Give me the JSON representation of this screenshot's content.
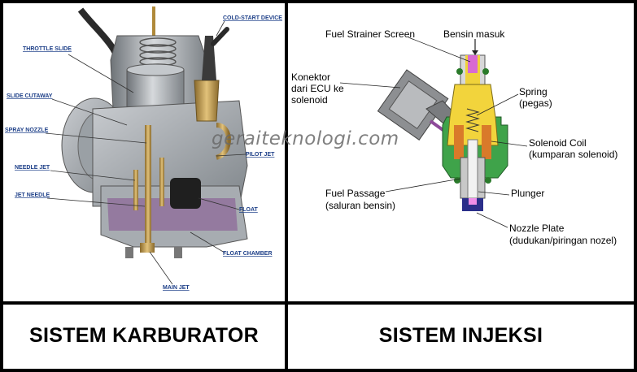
{
  "left": {
    "caption": "SISTEM KARBURATOR",
    "labels": {
      "cold_start": "COLD-START DEVICE",
      "throttle_slide": "THROTTLE SLIDE",
      "slide_cutaway": "SLIDE CUTAWAY",
      "spray_nozzle": "SPRAY NOZZLE",
      "pilot_jet": "PILOT JET",
      "needle_jet": "NEEDLE JET",
      "jet_needle": "JET NEEDLE",
      "float": "FLOAT",
      "float_chamber": "FLOAT CHAMBER",
      "main_jet": "MAIN JET"
    }
  },
  "right": {
    "caption": "SISTEM INJEKSI",
    "labels": {
      "fuel_strainer": "Fuel Strainer Screen",
      "bensin_masuk": "Bensin masuk",
      "konektor_1": "Konektor",
      "konektor_2": "dari ECU ke",
      "konektor_3": "solenoid",
      "spring_1": "Spring",
      "spring_2": "(pegas)",
      "solenoid_1": "Solenoid Coil",
      "solenoid_2": "(kumparan solenoid)",
      "fuel_passage_1": "Fuel Passage",
      "fuel_passage_2": "(saluran bensin)",
      "plunger": "Plunger",
      "nozzle_1": "Nozzle Plate",
      "nozzle_2": "(dudukan/piringan nozel)"
    }
  },
  "watermark": "geraiteknologi.com"
}
